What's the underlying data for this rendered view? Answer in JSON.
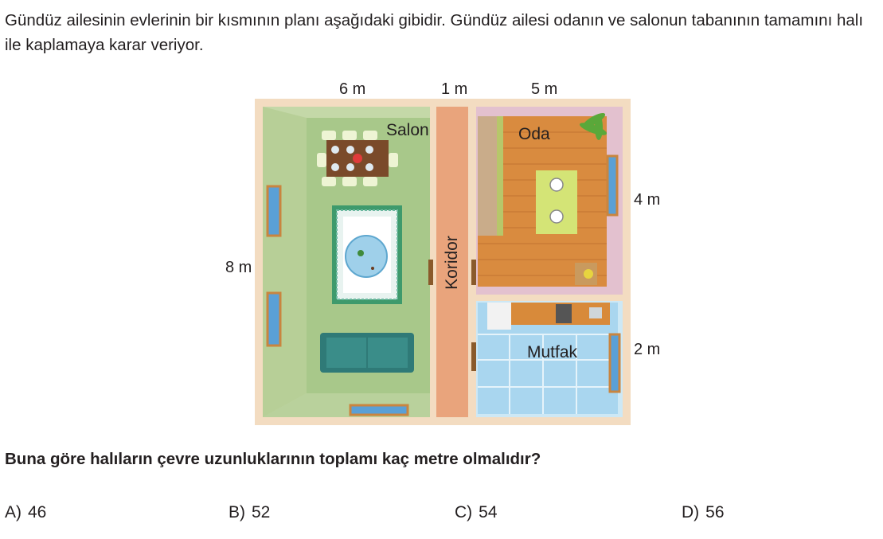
{
  "problem": {
    "intro": "Gündüz ailesinin evlerinin bir kısmının planı aşağıdaki gibidir. Gündüz ailesi odanın ve salonun tabanının tamamını halı ile kaplamaya karar veriyor.",
    "question": "Buna göre halıların çevre uzunluklarının toplamı kaç metre olmalıdır?"
  },
  "plan": {
    "dimensions": {
      "top_left": "6 m",
      "top_middle": "1 m",
      "top_right": "5 m",
      "left": "8 m",
      "right_top": "4 m",
      "right_bottom": "2 m"
    },
    "rooms": {
      "salon": "Salon",
      "oda": "Oda",
      "koridor": "Koridor",
      "mutfak": "Mutfak"
    },
    "colors": {
      "frame": "#f3dcc1",
      "salon_floor": "#a8c88a",
      "salon_wall": "#c4d8a8",
      "corridor": "#e9a47c",
      "oda_floor": "#d98b3f",
      "oda_wall": "#e3c1cf",
      "mutfak_floor": "#a9d6ef",
      "sofa": "#2f7a77"
    }
  },
  "options": [
    {
      "letter": "A)",
      "value": "46"
    },
    {
      "letter": "B)",
      "value": "52"
    },
    {
      "letter": "C)",
      "value": "54"
    },
    {
      "letter": "D)",
      "value": "56"
    }
  ]
}
